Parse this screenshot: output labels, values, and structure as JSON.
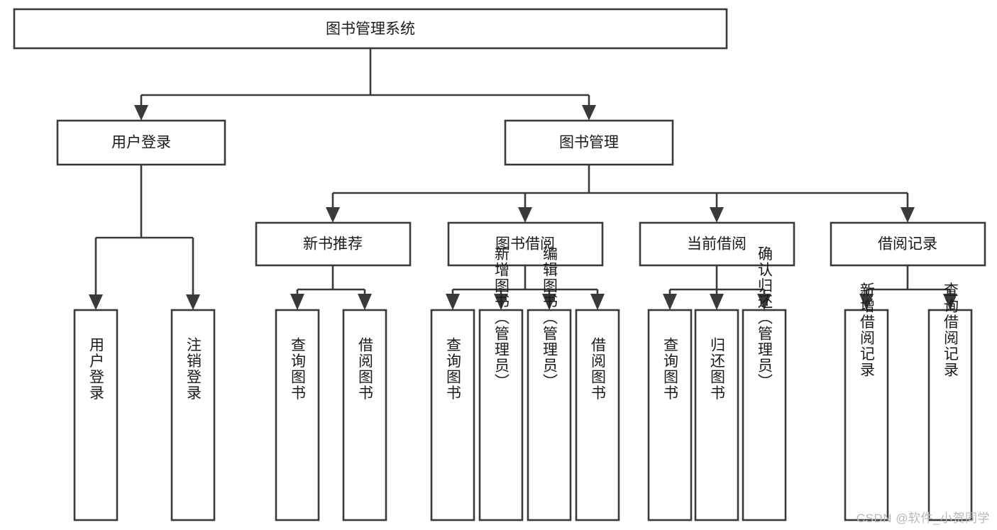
{
  "diagram": {
    "kind": "tree-structure-chart",
    "title_text": "图书管理系统",
    "watermark": "CSDN @软件_小贺同学",
    "colors": {
      "background": "#ffffff",
      "box_stroke": "#3a3a3a",
      "box_fill": "#ffffff",
      "text": "#1a1a1a",
      "watermark": "#b9b9b9"
    },
    "nodes": {
      "root": "图书管理系统",
      "level2": {
        "user_login": "用户登录",
        "book_manage": "图书管理"
      },
      "level3": {
        "new_book_rec": "新书推荐",
        "book_borrow": "图书借阅",
        "current_borrow": "当前借阅",
        "borrow_record": "借阅记录"
      },
      "leaves": {
        "user_login_1": "用户登录",
        "user_login_2": "注销登录",
        "new_book_rec_1": "查询图书",
        "new_book_rec_2": "借阅图书",
        "book_borrow_1": "查询图书",
        "book_borrow_2": "新增图书（管理员）",
        "book_borrow_3": "编辑图书（管理员）",
        "book_borrow_4": "借阅图书",
        "current_borrow_1": "查询图书",
        "current_borrow_2": "归还图书",
        "current_borrow_3": "确认归还（管理员）",
        "borrow_record_1": "新增借阅记录",
        "borrow_record_2": "查询借阅记录"
      }
    },
    "edges": [
      {
        "from": "图书管理系统",
        "to": "用户登录"
      },
      {
        "from": "图书管理系统",
        "to": "图书管理"
      },
      {
        "from": "用户登录",
        "to": "用户登录"
      },
      {
        "from": "用户登录",
        "to": "注销登录"
      },
      {
        "from": "图书管理",
        "to": "新书推荐"
      },
      {
        "from": "图书管理",
        "to": "图书借阅"
      },
      {
        "from": "图书管理",
        "to": "当前借阅"
      },
      {
        "from": "图书管理",
        "to": "借阅记录"
      },
      {
        "from": "新书推荐",
        "to": "查询图书"
      },
      {
        "from": "新书推荐",
        "to": "借阅图书"
      },
      {
        "from": "图书借阅",
        "to": "查询图书"
      },
      {
        "from": "图书借阅",
        "to": "新增图书（管理员）"
      },
      {
        "from": "图书借阅",
        "to": "编辑图书（管理员）"
      },
      {
        "from": "图书借阅",
        "to": "借阅图书"
      },
      {
        "from": "当前借阅",
        "to": "查询图书"
      },
      {
        "from": "当前借阅",
        "to": "归还图书"
      },
      {
        "from": "当前借阅",
        "to": "确认归还（管理员）"
      },
      {
        "from": "借阅记录",
        "to": "新增借阅记录"
      },
      {
        "from": "借阅记录",
        "to": "查询借阅记录"
      }
    ]
  }
}
